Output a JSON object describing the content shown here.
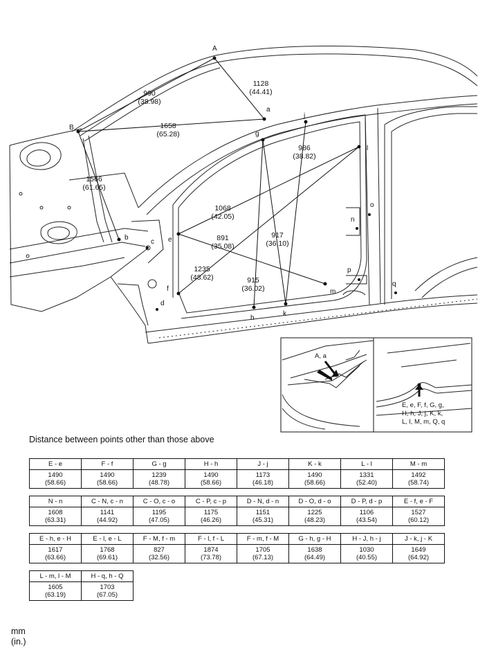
{
  "diagram": {
    "points": [
      "A",
      "a",
      "B",
      "b",
      "c",
      "d",
      "e",
      "f",
      "g",
      "h",
      "j",
      "k",
      "l",
      "m",
      "n",
      "o",
      "p",
      "q"
    ],
    "measurements": [
      {
        "mm": "990",
        "in": "(38.98)"
      },
      {
        "mm": "1128",
        "in": "(44.41)"
      },
      {
        "mm": "1658",
        "in": "(65.28)"
      },
      {
        "mm": "1566",
        "in": "(61.65)"
      },
      {
        "mm": "986",
        "in": "(38.82)"
      },
      {
        "mm": "1068",
        "in": "(42.05)"
      },
      {
        "mm": "891",
        "in": "(35.08)"
      },
      {
        "mm": "917",
        "in": "(36.10)"
      },
      {
        "mm": "1235",
        "in": "(48.62)"
      },
      {
        "mm": "915",
        "in": "(36.02)"
      }
    ],
    "inset_left_label": "A, a",
    "inset_right_label": [
      "E, e, F, f, G, g,",
      "H, h, J, j, K, k,",
      "L, l, M, m, Q, q"
    ]
  },
  "caption": "Distance between points other than those above",
  "tables": [
    [
      {
        "label": "E - e",
        "mm": "1490",
        "in": "(58.66)"
      },
      {
        "label": "F - f",
        "mm": "1490",
        "in": "(58.66)"
      },
      {
        "label": "G - g",
        "mm": "1239",
        "in": "(48.78)"
      },
      {
        "label": "H - h",
        "mm": "1490",
        "in": "(58.66)"
      },
      {
        "label": "J - j",
        "mm": "1173",
        "in": "(46.18)"
      },
      {
        "label": "K - k",
        "mm": "1490",
        "in": "(58.66)"
      },
      {
        "label": "L - l",
        "mm": "1331",
        "in": "(52.40)"
      },
      {
        "label": "M - m",
        "mm": "1492",
        "in": "(58.74)"
      }
    ],
    [
      {
        "label": "N - n",
        "mm": "1608",
        "in": "(63.31)"
      },
      {
        "label": "C - N, c - n",
        "mm": "1141",
        "in": "(44.92)"
      },
      {
        "label": "C - O, c - o",
        "mm": "1195",
        "in": "(47.05)"
      },
      {
        "label": "C - P, c - p",
        "mm": "1175",
        "in": "(46.26)"
      },
      {
        "label": "D - N, d - n",
        "mm": "1151",
        "in": "(45.31)"
      },
      {
        "label": "D - O, d - o",
        "mm": "1225",
        "in": "(48.23)"
      },
      {
        "label": "D - P, d - p",
        "mm": "1106",
        "in": "(43.54)"
      },
      {
        "label": "E - f, e - F",
        "mm": "1527",
        "in": "(60.12)"
      }
    ],
    [
      {
        "label": "E - h, e - H",
        "mm": "1617",
        "in": "(63.66)"
      },
      {
        "label": "E - l, e - L",
        "mm": "1768",
        "in": "(69.61)"
      },
      {
        "label": "F - M, f - m",
        "mm": "827",
        "in": "(32.56)"
      },
      {
        "label": "F - l, f - L",
        "mm": "1874",
        "in": "(73.78)"
      },
      {
        "label": "F - m, f - M",
        "mm": "1705",
        "in": "(67.13)"
      },
      {
        "label": "G - h, g - H",
        "mm": "1638",
        "in": "(64.49)"
      },
      {
        "label": "H - J, h - j",
        "mm": "1030",
        "in": "(40.55)"
      },
      {
        "label": "J - k, j - K",
        "mm": "1649",
        "in": "(64.92)"
      }
    ],
    [
      {
        "label": "L - m, l - M",
        "mm": "1605",
        "in": "(63.19)"
      },
      {
        "label": "H - q, h - Q",
        "mm": "1703",
        "in": "(67.05)"
      }
    ]
  ],
  "units": {
    "mm": "mm",
    "in": "(in.)"
  }
}
